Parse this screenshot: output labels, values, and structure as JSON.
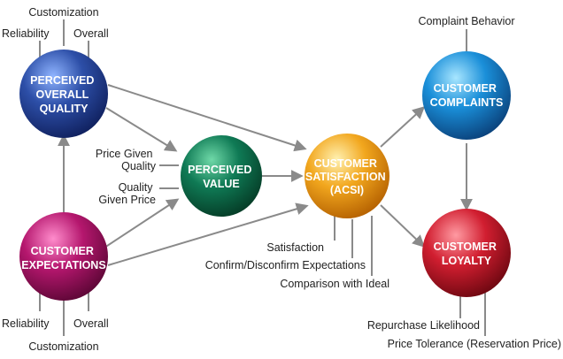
{
  "nodes": {
    "perceived_quality": {
      "lines": [
        "PERCEIVED",
        "OVERALL",
        "QUALITY"
      ],
      "color": "#2d4fa8"
    },
    "perceived_value": {
      "lines": [
        "PERCEIVED",
        "VALUE"
      ],
      "color": "#0f7a55"
    },
    "customer_expectations": {
      "lines": [
        "CUSTOMER",
        "EXPECTATIONS"
      ],
      "color": "#b5176e"
    },
    "customer_satisfaction": {
      "lines": [
        "CUSTOMER",
        "SATISFACTION",
        "(ACSI)"
      ],
      "color": "#f2a71e"
    },
    "customer_complaints": {
      "lines": [
        "CUSTOMER",
        "COMPLAINTS"
      ],
      "color": "#1a8fd9"
    },
    "customer_loyalty": {
      "lines": [
        "CUSTOMER",
        "LOYALTY"
      ],
      "color": "#d11e30"
    }
  },
  "labels": {
    "quality_customization": "Customization",
    "quality_reliability": "Reliability",
    "quality_overall": "Overall",
    "value_price_given_quality": [
      "Price Given",
      "Quality"
    ],
    "value_quality_given_price": [
      "Quality",
      "Given Price"
    ],
    "expect_reliability": "Reliability",
    "expect_overall": "Overall",
    "expect_customization": "Customization",
    "sat_satisfaction": "Satisfaction",
    "sat_confirm": "Confirm/Disconfirm Expectations",
    "sat_comparison": "Comparison with Ideal",
    "complaint_behavior": "Complaint Behavior",
    "loyalty_repurchase": "Repurchase Likelihood",
    "loyalty_price_tolerance": "Price Tolerance (Reservation Price)"
  }
}
